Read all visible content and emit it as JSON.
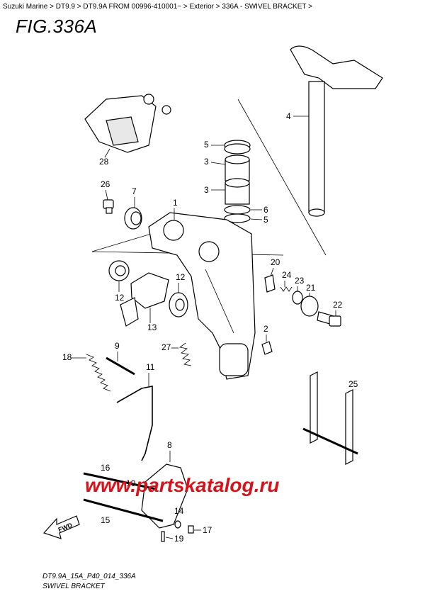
{
  "breadcrumb": {
    "items": [
      "Suzuki Marine",
      "DT9.9",
      "DT9.9A FROM 00996-410001~",
      "Exterior",
      "336A - SWIVEL BRACKET"
    ],
    "separator": " > "
  },
  "figure": {
    "title": "FIG.336A",
    "code": "DT9.9A_15A_P40_014_336A",
    "name": "SWIVEL BRACKET"
  },
  "watermark": "www.partskatalog.ru",
  "fwd_label": "FWD",
  "colors": {
    "watermark": "#d4141a",
    "line": "#000000"
  },
  "callouts": [
    "1",
    "2",
    "3",
    "3",
    "4",
    "5",
    "5",
    "6",
    "7",
    "8",
    "9",
    "10",
    "11",
    "12",
    "12",
    "13",
    "14",
    "15",
    "16",
    "17",
    "18",
    "19",
    "20",
    "21",
    "22",
    "23",
    "24",
    "25",
    "26",
    "27",
    "28"
  ]
}
